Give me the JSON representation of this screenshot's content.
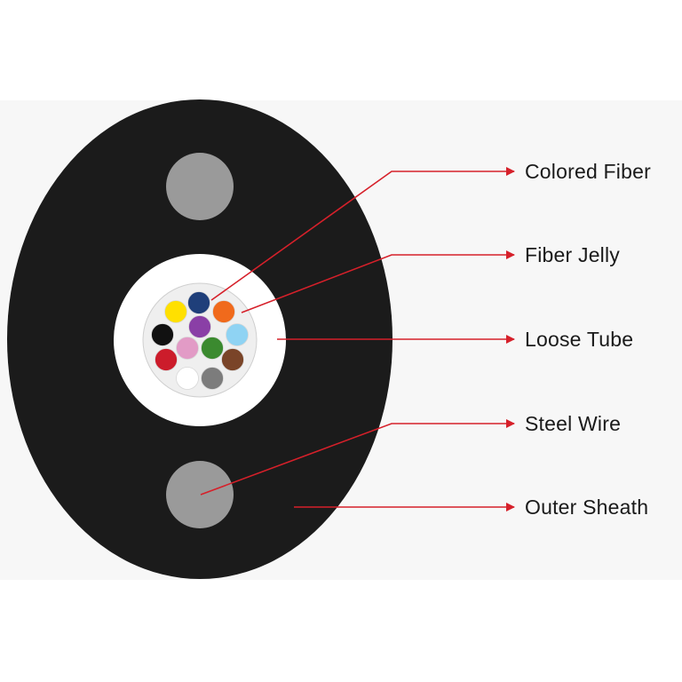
{
  "colors": {
    "sheath": "#1b1b1b",
    "steel_wire": "#9a9a9a",
    "loose_tube": "#ffffff",
    "fiber_jelly": "#efefef",
    "leader_line": "#d6202a",
    "label_text": "#1a1a1a"
  },
  "fibers": [
    {
      "name": "blue-fiber",
      "color": "#1f3f7a"
    },
    {
      "name": "yellow-fiber",
      "color": "#ffe000"
    },
    {
      "name": "orange-fiber",
      "color": "#f06a1c"
    },
    {
      "name": "purple-fiber",
      "color": "#8a3fa6"
    },
    {
      "name": "black-fiber",
      "color": "#111111"
    },
    {
      "name": "aqua-fiber",
      "color": "#8fd3f3"
    },
    {
      "name": "rose-fiber",
      "color": "#e29bc6"
    },
    {
      "name": "green-fiber",
      "color": "#3b8a2f"
    },
    {
      "name": "red-fiber",
      "color": "#cc1c2b"
    },
    {
      "name": "brown-fiber",
      "color": "#7a4428"
    },
    {
      "name": "white-fiber",
      "color": "#ffffff"
    },
    {
      "name": "gray-fiber",
      "color": "#7c7c7c"
    }
  ],
  "callouts": [
    {
      "id": "colored-fiber",
      "label": "Colored Fiber"
    },
    {
      "id": "fiber-jelly",
      "label": "Fiber Jelly"
    },
    {
      "id": "loose-tube",
      "label": "Loose Tube"
    },
    {
      "id": "steel-wire",
      "label": "Steel Wire"
    },
    {
      "id": "outer-sheath",
      "label": "Outer Sheath"
    }
  ]
}
